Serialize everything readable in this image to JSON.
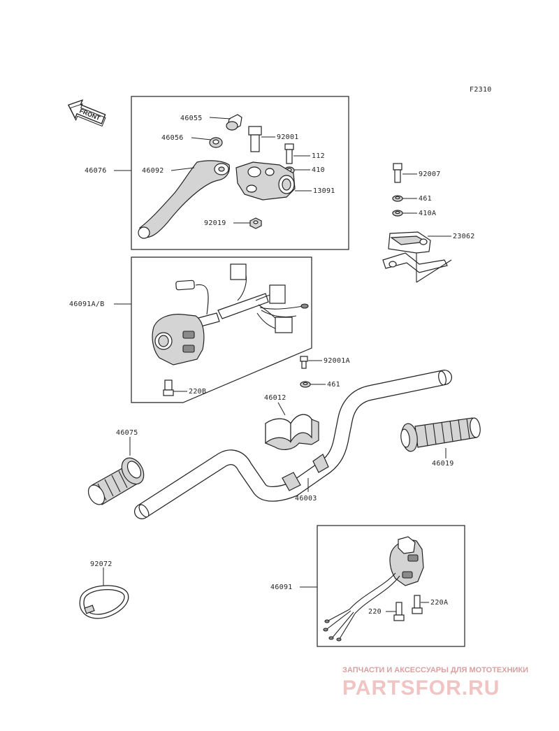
{
  "figure_code": "F2310",
  "front_label": "FRONT",
  "labels": {
    "p46055": "46055",
    "p46056": "46056",
    "p92001": "92001",
    "p112": "112",
    "p410": "410",
    "p46076": "46076",
    "p46092": "46092",
    "p13091": "13091",
    "p92019": "92019",
    "p92007": "92007",
    "p461a": "461",
    "p410a": "410A",
    "p23062": "23062",
    "p46091ab": "46091A/B",
    "p92001a": "92001A",
    "p461b": "461",
    "p220b": "220B",
    "p46012": "46012",
    "p46075": "46075",
    "p46019": "46019",
    "p46003": "46003",
    "p92072": "92072",
    "p46091": "46091",
    "p220": "220",
    "p220a": "220A"
  },
  "watermark": {
    "top": "ЗАПЧАСТИ И АКСЕССУАРЫ ДЛЯ МОТОТЕХНИКИ",
    "main": "PARTSFOR.RU"
  }
}
